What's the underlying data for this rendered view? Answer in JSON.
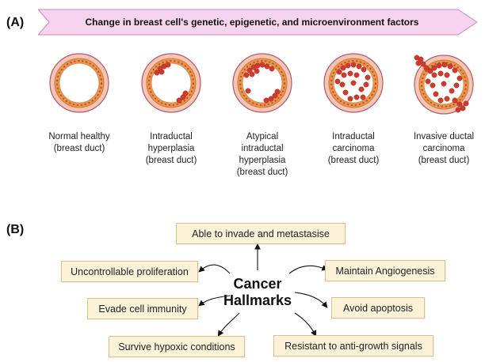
{
  "panel_a": {
    "label": "(A)",
    "banner": "Change in breast cell's genetic, epigenetic, and microenvironment factors",
    "stages": [
      {
        "line1": "Normal healthy",
        "line2": "(breast duct)",
        "line3": "",
        "line4": ""
      },
      {
        "line1": "Intraductal",
        "line2": "hyperplasia",
        "line3": "(breast duct)",
        "line4": ""
      },
      {
        "line1": "Atypical",
        "line2": "intraductal",
        "line3": "hyperplasia",
        "line4": "(breast duct)"
      },
      {
        "line1": "Intraductal",
        "line2": "carcinoma",
        "line3": "(breast duct)",
        "line4": ""
      },
      {
        "line1": "Invasive ductal",
        "line2": "carcinoma",
        "line3": "(breast duct)",
        "line4": ""
      }
    ]
  },
  "panel_b": {
    "label": "(B)",
    "center_line1": "Cancer",
    "center_line2": "Hallmarks",
    "hallmarks": [
      "Able to invade and metastasise",
      "Uncontrollable proliferation",
      "Maintain Angiogenesis",
      "Evade cell immunity",
      "Avoid apoptosis",
      "Survive hypoxic conditions",
      "Resistant to anti-growth signals"
    ]
  },
  "colors": {
    "banner_fill": "#f6d4ef",
    "banner_stroke": "#c48bb8",
    "duct_outer": "#f2b9a8",
    "duct_ring": "#e08a3c",
    "cell": "#d13b2b",
    "box_fill": "#fbf2d8",
    "box_border": "#d9c48e"
  }
}
